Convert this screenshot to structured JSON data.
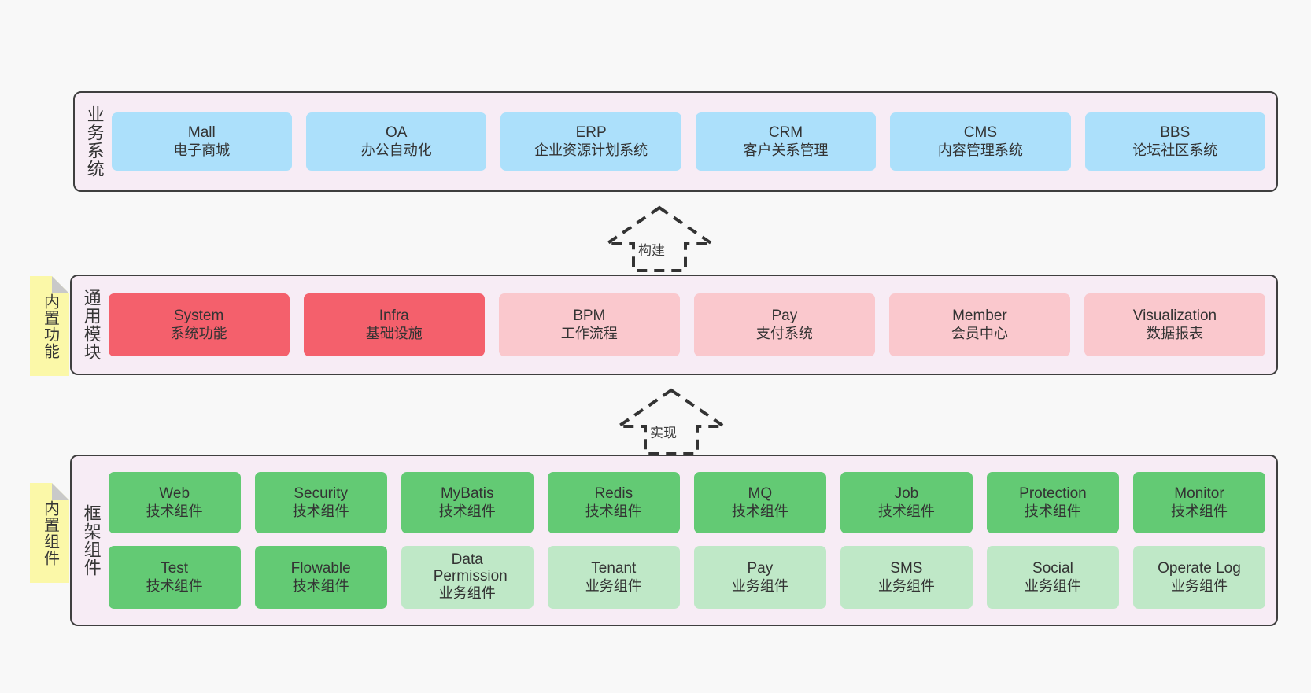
{
  "diagram": {
    "title": "",
    "colors": {
      "panel_bg": "#f7ecf5",
      "panel_border": "#3f3f3f",
      "blue": "#ace0fb",
      "red": "#f4606c",
      "pink": "#fac8cd",
      "green": "#63ca74",
      "light_green": "#bfe8c7",
      "note_yellow": "#fbf8a8",
      "note_fold": "#c9c9c9",
      "page_bg": "#f8f8f8"
    }
  },
  "layers": [
    {
      "id": "business-systems",
      "title": "业务系统",
      "note": null,
      "rows": [
        {
          "cards": [
            {
              "name": "Mall",
              "sub": "电子商城",
              "color": "blue"
            },
            {
              "name": "OA",
              "sub": "办公自动化",
              "color": "blue"
            },
            {
              "name": "ERP",
              "sub": "企业资源计划系统",
              "color": "blue"
            },
            {
              "name": "CRM",
              "sub": "客户关系管理",
              "color": "blue"
            },
            {
              "name": "CMS",
              "sub": "内容管理系统",
              "color": "blue"
            },
            {
              "name": "BBS",
              "sub": "论坛社区系统",
              "color": "blue"
            }
          ]
        }
      ]
    },
    {
      "id": "common-modules",
      "title": "通用模块",
      "note": "内置功能",
      "rows": [
        {
          "cards": [
            {
              "name": "System",
              "sub": "系统功能",
              "color": "red"
            },
            {
              "name": "Infra",
              "sub": "基础设施",
              "color": "red"
            },
            {
              "name": "BPM",
              "sub": "工作流程",
              "color": "pink"
            },
            {
              "name": "Pay",
              "sub": "支付系统",
              "color": "pink"
            },
            {
              "name": "Member",
              "sub": "会员中心",
              "color": "pink"
            },
            {
              "name": "Visualization",
              "sub": "数据报表",
              "color": "pink"
            }
          ]
        }
      ]
    },
    {
      "id": "framework-components",
      "title": "框架组件",
      "note": "内置组件",
      "rows": [
        {
          "cards": [
            {
              "name": "Web",
              "sub": "技术组件",
              "color": "green"
            },
            {
              "name": "Security",
              "sub": "技术组件",
              "color": "green"
            },
            {
              "name": "MyBatis",
              "sub": "技术组件",
              "color": "green"
            },
            {
              "name": "Redis",
              "sub": "技术组件",
              "color": "green"
            },
            {
              "name": "MQ",
              "sub": "技术组件",
              "color": "green"
            },
            {
              "name": "Job",
              "sub": "技术组件",
              "color": "green"
            },
            {
              "name": "Protection",
              "sub": "技术组件",
              "color": "green"
            },
            {
              "name": "Monitor",
              "sub": "技术组件",
              "color": "green"
            }
          ]
        },
        {
          "cards": [
            {
              "name": "Test",
              "sub": "技术组件",
              "color": "green"
            },
            {
              "name": "Flowable",
              "sub": "技术组件",
              "color": "green"
            },
            {
              "name": "Data Permission",
              "sub": "业务组件",
              "color": "lgreen"
            },
            {
              "name": "Tenant",
              "sub": "业务组件",
              "color": "lgreen"
            },
            {
              "name": "Pay",
              "sub": "业务组件",
              "color": "lgreen"
            },
            {
              "name": "SMS",
              "sub": "业务组件",
              "color": "lgreen"
            },
            {
              "name": "Social",
              "sub": "业务组件",
              "color": "lgreen"
            },
            {
              "name": "Operate Log",
              "sub": "业务组件",
              "color": "lgreen"
            }
          ]
        }
      ]
    }
  ],
  "connectors": [
    {
      "id": "build",
      "label": "构建",
      "from": "common-modules",
      "to": "business-systems",
      "style": "dashed-generalization"
    },
    {
      "id": "implement",
      "label": "实现",
      "from": "framework-components",
      "to": "common-modules",
      "style": "dashed-generalization"
    }
  ]
}
